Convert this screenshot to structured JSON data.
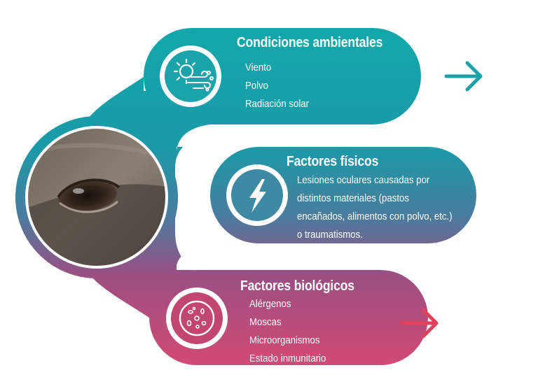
{
  "sections": [
    {
      "title": "Condiciones ambientales",
      "icon": "sun-wind-icon",
      "items": [
        "Viento",
        "Polvo",
        "Radiación solar"
      ],
      "color": "#1aa0a6"
    },
    {
      "title": "Factores físicos",
      "icon": "lightning-icon",
      "items": [
        "Lesiones oculares causadas por",
        "distintos materiales (pastos",
        "encañados, alimentos con polvo, etc.)",
        "o traumatismos."
      ],
      "color": "#3b8aa0"
    },
    {
      "title": "Factores biológicos",
      "icon": "microorganisms-icon",
      "items": [
        "Alérgenos",
        "Moscas",
        "Microorganismos",
        "Estado inmunitario"
      ],
      "color": "#c8426e"
    }
  ],
  "photo": "horse-eye-photo",
  "arrows": [
    {
      "icon": "arrow-right-icon",
      "color": "#1aa0a6"
    },
    {
      "icon": "arrow-right-icon",
      "color": "#e0405a"
    }
  ]
}
